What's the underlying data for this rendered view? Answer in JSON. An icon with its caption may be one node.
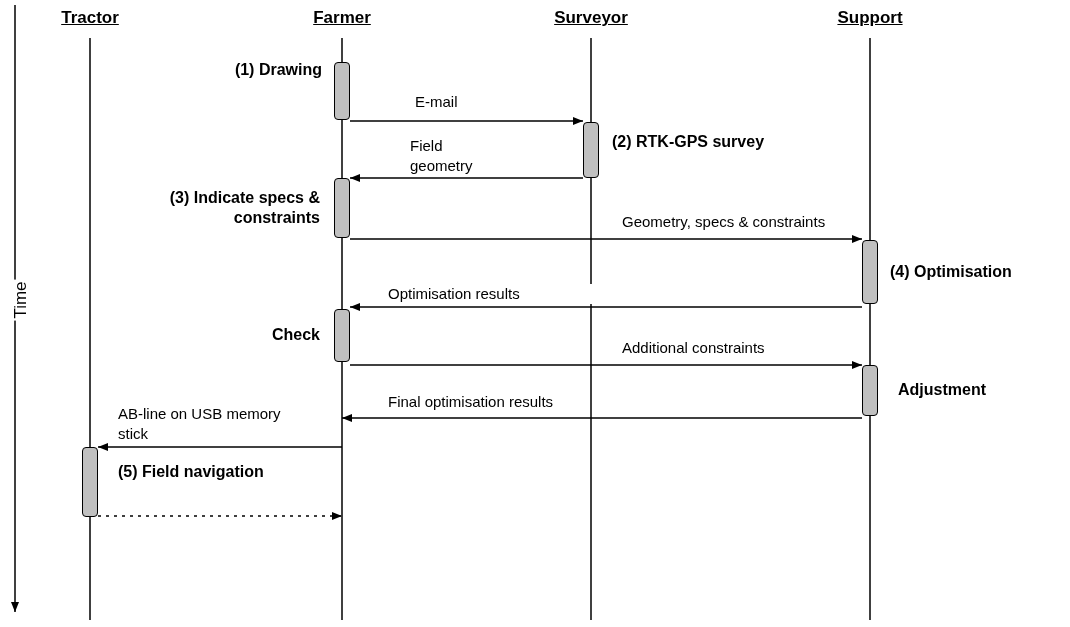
{
  "diagram": {
    "nodes": [
      {
        "text": [
          "Tractor"
        ]
      },
      {
        "text": [
          "Farmer"
        ]
      },
      {
        "text": [
          "Surveyor"
        ]
      },
      {
        "text": [
          "Support"
        ]
      },
      {
        "text": [],
        "shape": "bar",
        "beside": [
          "(1) Drawing"
        ]
      },
      {
        "text": [],
        "shape": "bar",
        "beside": [
          "(2) RTK-GPS survey"
        ]
      },
      {
        "text": [],
        "shape": "bar",
        "beside": [
          "(3) Indicate specs & constraints"
        ]
      },
      {
        "text": [],
        "shape": "bar",
        "beside": [
          "(4) Optimisation"
        ]
      },
      {
        "text": [],
        "shape": "bar",
        "beside": [
          "Check"
        ]
      },
      {
        "text": [],
        "shape": "bar",
        "beside": [
          "Adjustment"
        ]
      },
      {
        "text": [],
        "shape": "bar",
        "beside": [
          "(5) Field navigation"
        ]
      }
    ],
    "edges": [
      {
        "from": 4,
        "to": 5,
        "arrow": "to",
        "label": "E-mail"
      },
      {
        "from": 5,
        "to": 6,
        "arrow": "to",
        "label": "Field geometry"
      },
      {
        "from": 6,
        "to": 7,
        "arrow": "to",
        "label": "Geometry, specs & constraints"
      },
      {
        "from": 7,
        "to": 8,
        "arrow": "to",
        "label": "Optimisation results"
      },
      {
        "from": 8,
        "to": 9,
        "arrow": "to",
        "label": "Additional constraints"
      },
      {
        "from": 9,
        "to": null,
        "arrow": "to",
        "label": "Final optimisation results"
      },
      {
        "from": null,
        "to": 10,
        "arrow": "to",
        "label": "AB-line on USB memory stick"
      },
      {
        "from": 10,
        "to": null,
        "arrow": "to",
        "style": "dashed"
      }
    ],
    "labels": [
      "Time"
    ]
  }
}
